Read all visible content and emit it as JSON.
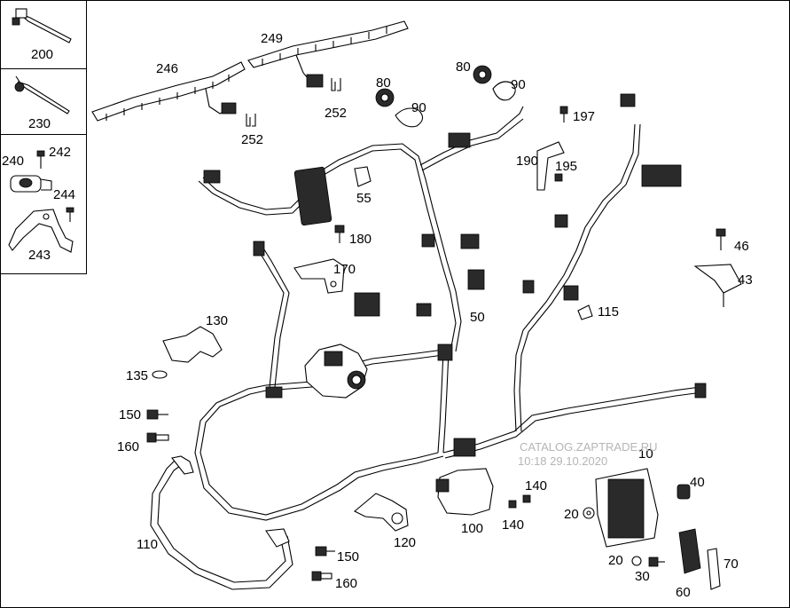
{
  "diagram": {
    "watermark": {
      "line1": "CATALOG.ZAPTRADE.RU",
      "line2": "10:18 29.10.2020"
    },
    "side_panel": {
      "cell1": [
        "200"
      ],
      "cell2": [
        "230"
      ],
      "cell3": [
        "240",
        "242",
        "244",
        "243"
      ]
    },
    "callouts": {
      "c10": "10",
      "c20a": "20",
      "c20b": "20",
      "c30": "30",
      "c40": "40",
      "c43": "43",
      "c46": "46",
      "c50": "50",
      "c55": "55",
      "c60": "60",
      "c70": "70",
      "c80a": "80",
      "c80b": "80",
      "c90a": "90",
      "c90b": "90",
      "c100": "100",
      "c110": "110",
      "c115": "115",
      "c120": "120",
      "c130": "130",
      "c135": "135",
      "c140a": "140",
      "c140b": "140",
      "c150a": "150",
      "c150b": "150",
      "c160a": "160",
      "c160b": "160",
      "c170": "170",
      "c180": "180",
      "c190": "190",
      "c195": "195",
      "c197": "197",
      "c246": "246",
      "c249": "249",
      "c252a": "252",
      "c252b": "252"
    }
  }
}
